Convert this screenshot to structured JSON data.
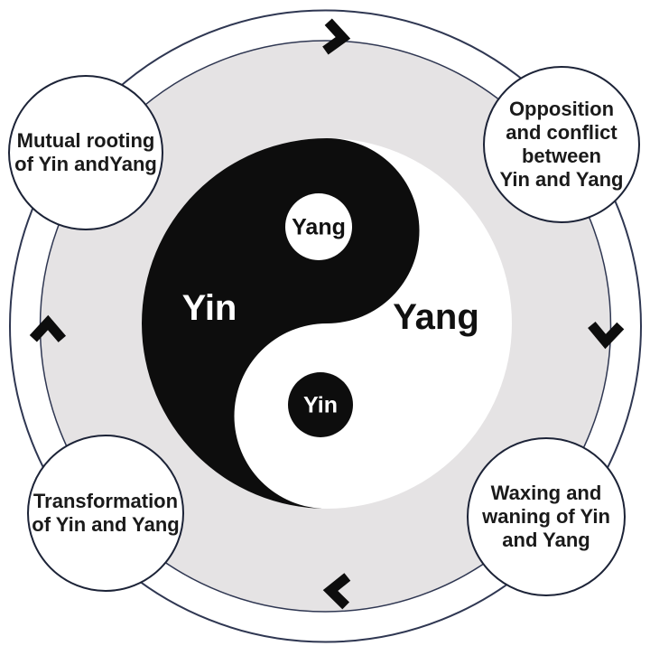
{
  "diagram": {
    "title": "Yin and Yang relationship cycle diagram",
    "cycle_direction": "clockwise",
    "center_symbol": {
      "yin_area_label": "Yin",
      "yang_area_label": "Yang",
      "yang_dot_label": "Yang",
      "yin_dot_label": "Yin"
    },
    "nodes": [
      {
        "id": "mutual-rooting",
        "position": "top-left",
        "label": "Mutual rooting\nof Yin andYang"
      },
      {
        "id": "opposition-conflict",
        "position": "top-right",
        "label": "Opposition\nand conflict\nbetween\nYin and Yang"
      },
      {
        "id": "transformation",
        "position": "bottom-left",
        "label": "Transformation\nof Yin and Yang"
      },
      {
        "id": "waxing-waning",
        "position": "bottom-right",
        "label": "Waxing and\nwaning of Yin\nand Yang"
      }
    ],
    "icons": {
      "arrow_top": "chevron-right-icon",
      "arrow_right": "chevron-down-icon",
      "arrow_bottom": "chevron-left-icon",
      "arrow_left": "chevron-up-icon"
    },
    "colors": {
      "ring_gray": "#e5e3e4",
      "outline_dark": "#2f3752",
      "node_border": "#1c2337",
      "black": "#0d0d0d",
      "white": "#ffffff"
    }
  }
}
